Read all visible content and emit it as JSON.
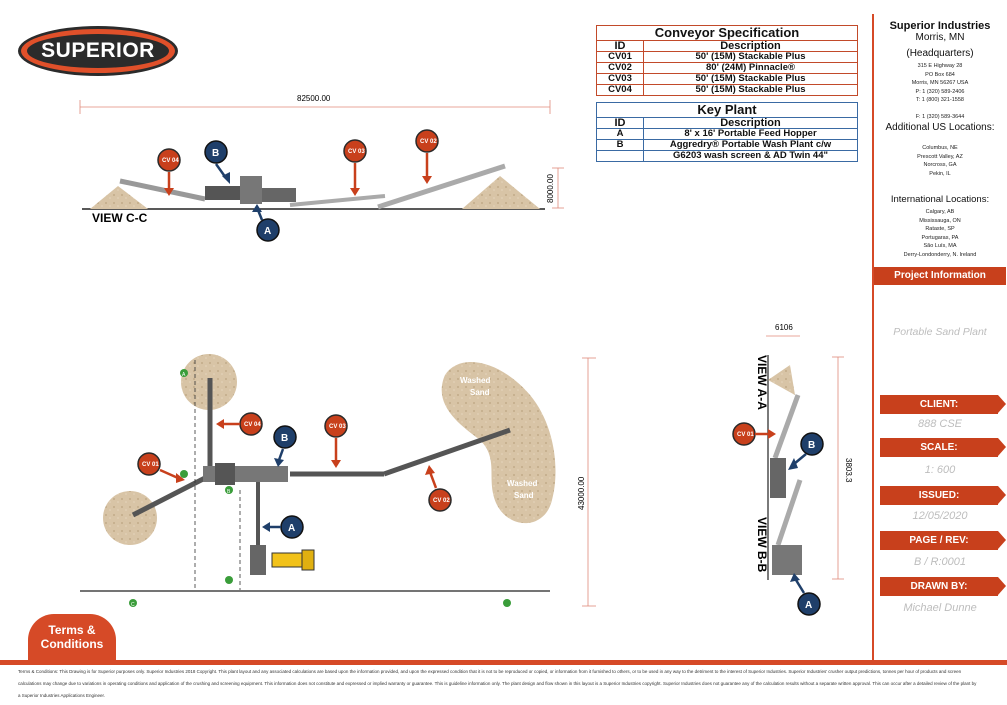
{
  "logo": {
    "text": "SUPERIOR"
  },
  "conveyor_spec": {
    "title": "Conveyor Specification",
    "col_id": "ID",
    "col_desc": "Description",
    "rows": [
      {
        "id": "CV01",
        "desc": "50' (15M) Stackable Plus"
      },
      {
        "id": "CV02",
        "desc": "80' (24M) Pinnacle®"
      },
      {
        "id": "CV03",
        "desc": "50' (15M) Stackable Plus"
      },
      {
        "id": "CV04",
        "desc": "50' (15M) Stackable Plus"
      }
    ]
  },
  "key_plant": {
    "title": "Key Plant",
    "col_id": "ID",
    "col_desc": "Description",
    "rows": [
      {
        "id": "A",
        "desc": "8' x 16' Portable Feed Hopper"
      },
      {
        "id": "B",
        "desc": "Aggredry® Portable Wash Plant c/w"
      },
      {
        "id": "",
        "desc": "G6203 wash screen & AD Twin 44\""
      }
    ]
  },
  "company": {
    "name": "Superior Industries",
    "city": "Morris, MN",
    "hq": "(Headquarters)",
    "address": [
      "315 E Highway 28",
      "PO Box 684",
      "Morris, MN 56267 USA",
      "P: 1 (320) 589-2406",
      "T: 1 (800) 321-1558",
      "",
      "F: 1 (320) 589-3644"
    ],
    "us_title": "Additional US Locations:",
    "us_locations": [
      "Columbus, NE",
      "Prescott Valley, AZ",
      "Norcross, GA",
      "Pekin, IL"
    ],
    "intl_title": "International Locations:",
    "intl_locations": [
      "Calgary, AB",
      "Mississauga, ON",
      "Rataste, SP",
      "Portugaras, PA",
      "São Luís, MA",
      "Derry-Londonderry, N. Ireland"
    ]
  },
  "project": {
    "header": "Project Information",
    "name": "Portable Sand Plant",
    "client_label": "CLIENT:",
    "client": "888 CSE",
    "scale_label": "SCALE:",
    "scale": "1: 600",
    "issued_label": "ISSUED:",
    "issued": "12/05/2020",
    "page_label": "PAGE / REV:",
    "page": "B / R:0001",
    "drawn_label": "DRAWN BY:",
    "drawn": "Michael Dunne"
  },
  "views": {
    "cc": "VIEW C-C",
    "aa": "VIEW A-A",
    "bb": "VIEW B-B"
  },
  "dimensions": {
    "top_width": "82500.00",
    "top_height": "8000.00",
    "plan_height": "43000.00",
    "side_width": "6106",
    "side_height": "3803.3"
  },
  "pile_labels": {
    "washed1": "Washed",
    "washed1b": "Sand",
    "washed2": "Washed",
    "washed2b": "Sand"
  },
  "pins": {
    "cv01": "CV 01",
    "cv02": "CV 02",
    "cv03": "CV 03",
    "cv04": "CV 04",
    "a": "A",
    "b": "B",
    "sa": "A",
    "sb": "B",
    "sc": "C"
  },
  "terms": {
    "line1": "Terms &",
    "line2": "Conditions"
  },
  "disclaimer": [
    "Terms & Conditions: This Drawing is for Superior purposes only. Superior Industries 2018 Copyright. This plant layout and any associated calculations are based upon the information provided, and upon the expressed condition that it is not to be reproduced or copied, or information from it furnished to others, or to be used in any way to the detriment to the interest of Superior Industries. Superior Industries' crusher output predictions, tonnes per hour of products and screen",
    "calculations may change due to variations in operating conditions and application of the crushing and screening equipment. This information does not constitute and expressed or implied warranty or guarantee. This is guideline information only. The plant design and flow shown in this layout is a Superior Industries copyright. Superior Industries does not guarantee any of the calculation results without a separate written approval. This can occur after a detailed review of the plant by",
    "a Superior Industries Applications Engineer."
  ],
  "colors": {
    "accent": "#d64a27",
    "pin_blue": "#1f3f6a",
    "pin_red": "#c8401c",
    "sand": "#d8c4a6",
    "green": "#3a9d3a"
  }
}
